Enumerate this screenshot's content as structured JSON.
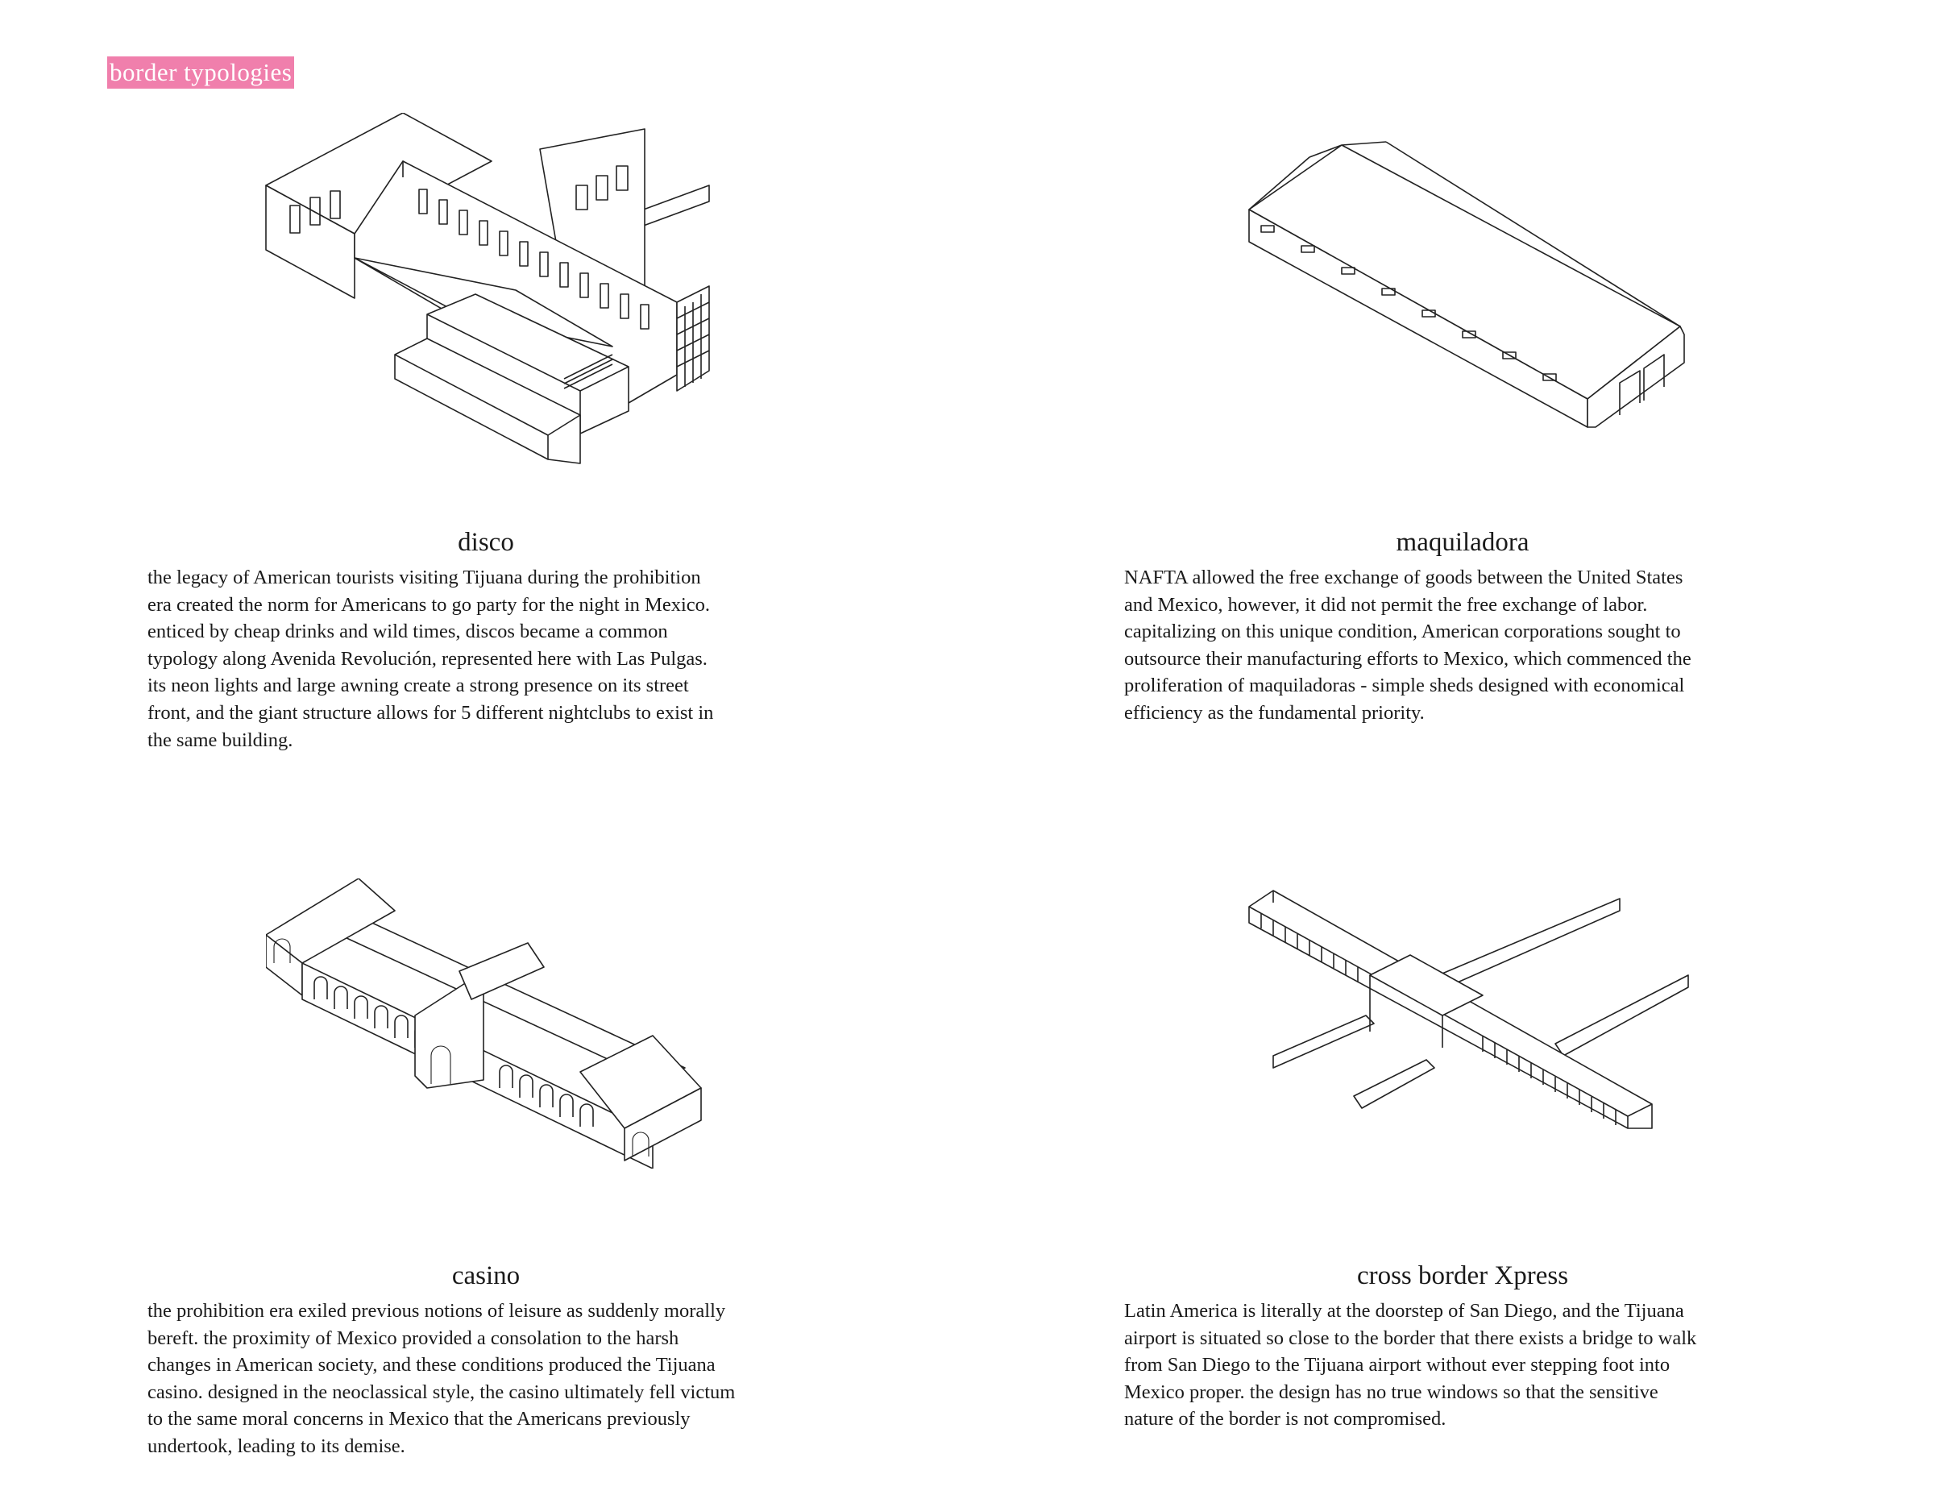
{
  "page": {
    "section_label": "border typologies",
    "accent_color": "#f07fac"
  },
  "typologies": [
    {
      "title": "disco",
      "drawing_icon": "disco-isometric-drawing",
      "lines": [
        "the legacy of American tourists visiting Tijuana during the prohibition",
        "era created the norm for Americans to go party for the night in Mexico.",
        "enticed by cheap drinks and wild times, discos became a common",
        "typology along Avenida Revolución, represented here with Las Pulgas.",
        "its neon lights and large awning create a strong presence on its street",
        "front, and the giant structure allows for 5 different nightclubs to exist in",
        "the same building."
      ]
    },
    {
      "title": "maquiladora",
      "drawing_icon": "maquiladora-isometric-drawing",
      "lines": [
        "NAFTA allowed the free exchange of goods between the United States",
        "and Mexico, however, it did not permit the free exchange of labor.",
        "capitalizing on this unique condition, American corporations sought to",
        "outsource their manufacturing efforts to Mexico, which commenced the",
        "proliferation of maquiladoras - simple sheds designed with economical",
        "efficiency as the fundamental priority."
      ]
    },
    {
      "title": "casino",
      "drawing_icon": "casino-isometric-drawing",
      "lines": [
        "the prohibition era exiled previous notions of leisure as suddenly morally",
        "bereft. the proximity of Mexico provided a consolation to the harsh",
        "changes in American society, and these conditions produced the Tijuana",
        "casino. designed in the neoclassical style, the casino ultimately fell victum",
        "to the same moral concerns in Mexico that the Americans previously",
        "undertook, leading to its demise."
      ]
    },
    {
      "title": "cross border Xpress",
      "drawing_icon": "cross-border-xpress-isometric-drawing",
      "lines": [
        "Latin America is literally at the doorstep of San Diego, and the Tijuana",
        "airport is situated so close to the border that there exists a bridge to walk",
        "from San Diego to the Tijuana airport without ever stepping foot into",
        "Mexico proper. the design has no true windows so that the sensitive",
        "nature of the border is not compromised."
      ]
    }
  ]
}
